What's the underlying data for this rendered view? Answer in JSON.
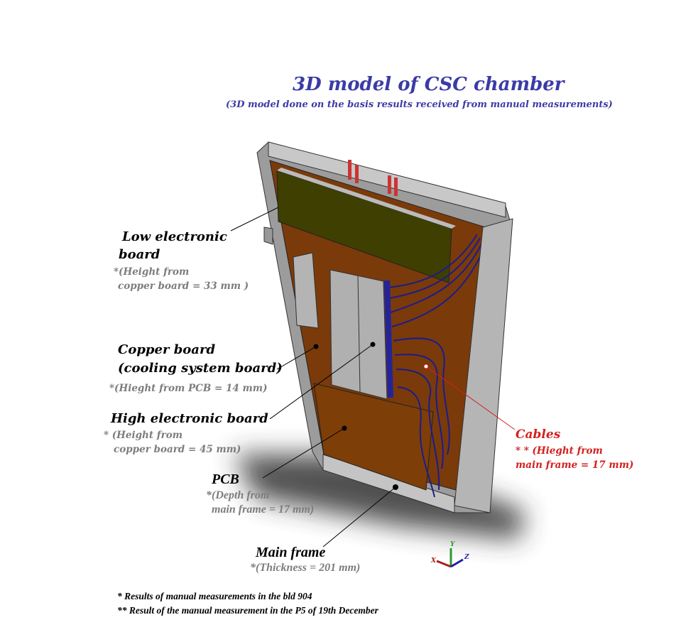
{
  "title": "3D model of CSC chamber",
  "subtitle": "(3D model done on the basis results received from manual measurements)",
  "labels": {
    "low_board": {
      "line1": "Low electronic",
      "line2": "board",
      "note1": "*(Height from",
      "note2": "copper board = 33 mm )"
    },
    "copper_board": {
      "line1": "Copper board",
      "line2": "(cooling system board)",
      "note1": "*(Hieght from PCB = 14 mm)"
    },
    "high_board": {
      "line1": "High electronic board",
      "note1": "* (Height from",
      "note2": "copper board = 45 mm)"
    },
    "pcb": {
      "line1": "PCB",
      "note1": "*(Depth from",
      "note2": "main frame = 17 mm)"
    },
    "main_frame": {
      "line1": "Main frame",
      "note1": "*(Thickness = 201 mm)"
    },
    "cables": {
      "line1": "Cables",
      "note1": "* * (Hieght from",
      "note2": "main frame = 17 mm)"
    }
  },
  "axes": {
    "x": "X",
    "y": "Y",
    "z": "Z"
  },
  "footnotes": [
    "* Results of manual measurements in the bld 904",
    "** Result of the manual measurement in the P5 of 19th December"
  ],
  "colors": {
    "title": "#3b3ba6",
    "copper": "#7a3a0a",
    "board": "#3e3e00",
    "frame": "#a9a9a9",
    "cables": "#1c1c8c",
    "cable_label": "#d42020"
  }
}
